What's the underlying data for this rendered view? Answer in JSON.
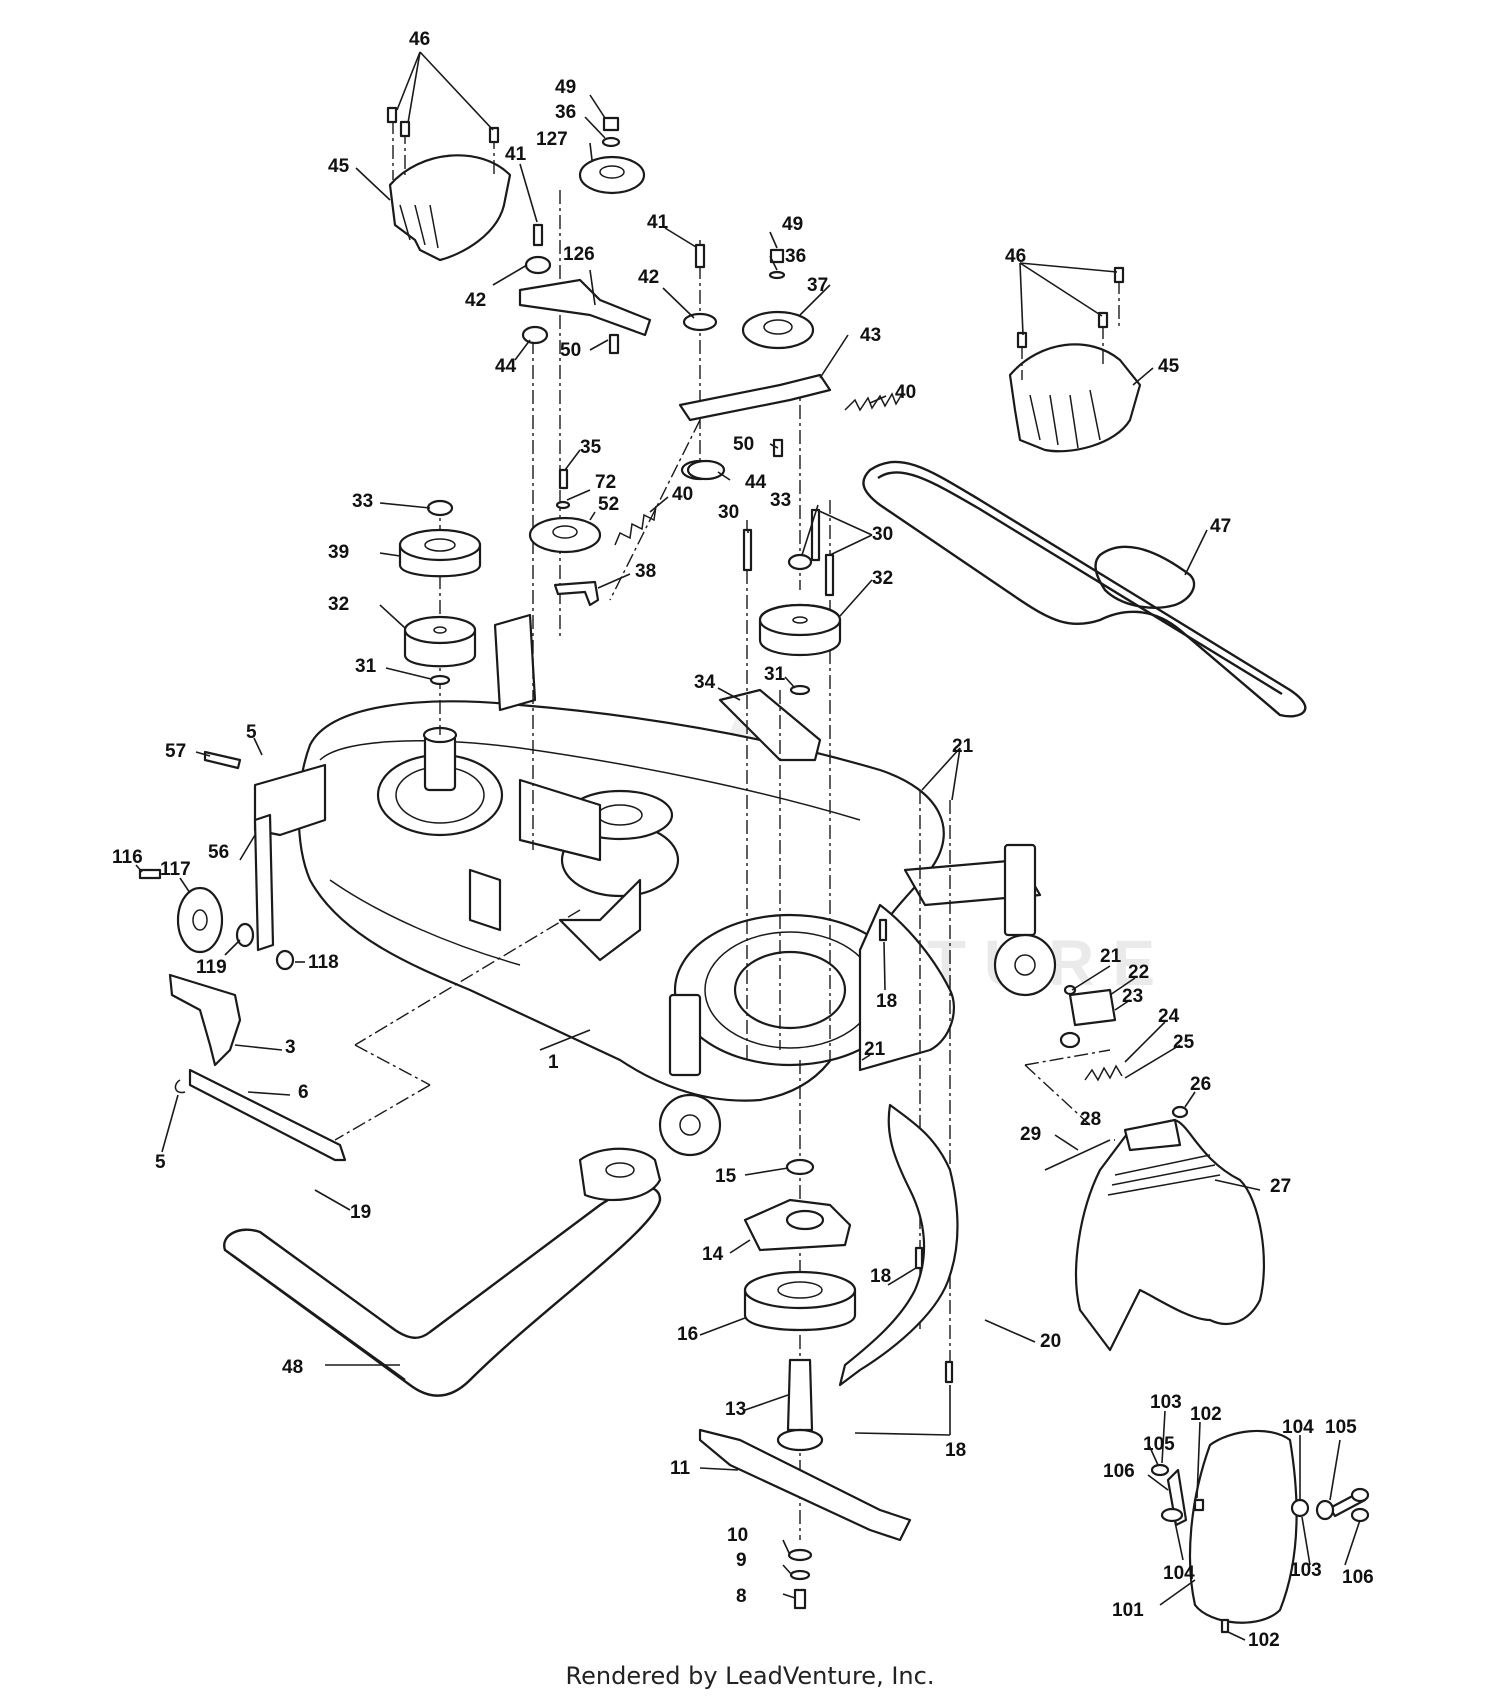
{
  "footer": {
    "credit": "Rendered by LeadVenture, Inc."
  },
  "watermark": {
    "text": "LEADVENTURE"
  },
  "callouts": [
    {
      "id": "c46a",
      "label": "46"
    },
    {
      "id": "c45a",
      "label": "45"
    },
    {
      "id": "c49a",
      "label": "49"
    },
    {
      "id": "c36a",
      "label": "36"
    },
    {
      "id": "c127",
      "label": "127"
    },
    {
      "id": "c41a",
      "label": "41"
    },
    {
      "id": "c126",
      "label": "126"
    },
    {
      "id": "c42a",
      "label": "42"
    },
    {
      "id": "c44a",
      "label": "44"
    },
    {
      "id": "c50a",
      "label": "50"
    },
    {
      "id": "c41b",
      "label": "41"
    },
    {
      "id": "c42b",
      "label": "42"
    },
    {
      "id": "c49b",
      "label": "49"
    },
    {
      "id": "c36b",
      "label": "36"
    },
    {
      "id": "c37",
      "label": "37"
    },
    {
      "id": "c43",
      "label": "43"
    },
    {
      "id": "c50b",
      "label": "50"
    },
    {
      "id": "c44b",
      "label": "44"
    },
    {
      "id": "c40a",
      "label": "40"
    },
    {
      "id": "c46b",
      "label": "46"
    },
    {
      "id": "c45b",
      "label": "45"
    },
    {
      "id": "c47",
      "label": "47"
    },
    {
      "id": "c35",
      "label": "35"
    },
    {
      "id": "c72",
      "label": "72"
    },
    {
      "id": "c52",
      "label": "52"
    },
    {
      "id": "c40b",
      "label": "40"
    },
    {
      "id": "c38",
      "label": "38"
    },
    {
      "id": "c33a",
      "label": "33"
    },
    {
      "id": "c39",
      "label": "39"
    },
    {
      "id": "c32a",
      "label": "32"
    },
    {
      "id": "c31a",
      "label": "31"
    },
    {
      "id": "c30a",
      "label": "30"
    },
    {
      "id": "c33b",
      "label": "33"
    },
    {
      "id": "c30b",
      "label": "30"
    },
    {
      "id": "c32b",
      "label": "32"
    },
    {
      "id": "c31b",
      "label": "31"
    },
    {
      "id": "c34",
      "label": "34"
    },
    {
      "id": "c21a",
      "label": "21"
    },
    {
      "id": "c57",
      "label": "57"
    },
    {
      "id": "c5a",
      "label": "5"
    },
    {
      "id": "c116",
      "label": "116"
    },
    {
      "id": "c117",
      "label": "117"
    },
    {
      "id": "c56",
      "label": "56"
    },
    {
      "id": "c119",
      "label": "119"
    },
    {
      "id": "c118",
      "label": "118"
    },
    {
      "id": "c18a",
      "label": "18"
    },
    {
      "id": "c21b",
      "label": "21"
    },
    {
      "id": "c22",
      "label": "22"
    },
    {
      "id": "c23",
      "label": "23"
    },
    {
      "id": "c24",
      "label": "24"
    },
    {
      "id": "c25",
      "label": "25"
    },
    {
      "id": "c26",
      "label": "26"
    },
    {
      "id": "c3",
      "label": "3"
    },
    {
      "id": "c1",
      "label": "1"
    },
    {
      "id": "c21c",
      "label": "21"
    },
    {
      "id": "c6",
      "label": "6"
    },
    {
      "id": "c5b",
      "label": "5"
    },
    {
      "id": "c28",
      "label": "28"
    },
    {
      "id": "c29",
      "label": "29"
    },
    {
      "id": "c27",
      "label": "27"
    },
    {
      "id": "c15",
      "label": "15"
    },
    {
      "id": "c19",
      "label": "19"
    },
    {
      "id": "c14",
      "label": "14"
    },
    {
      "id": "c18b",
      "label": "18"
    },
    {
      "id": "c16",
      "label": "16"
    },
    {
      "id": "c20",
      "label": "20"
    },
    {
      "id": "c48",
      "label": "48"
    },
    {
      "id": "c13",
      "label": "13"
    },
    {
      "id": "c18c",
      "label": "18"
    },
    {
      "id": "c103a",
      "label": "103"
    },
    {
      "id": "c102a",
      "label": "102"
    },
    {
      "id": "c105a",
      "label": "105"
    },
    {
      "id": "c106a",
      "label": "106"
    },
    {
      "id": "c104a",
      "label": "104"
    },
    {
      "id": "c105b",
      "label": "105"
    },
    {
      "id": "c11",
      "label": "11"
    },
    {
      "id": "c10",
      "label": "10"
    },
    {
      "id": "c9",
      "label": "9"
    },
    {
      "id": "c104b",
      "label": "104"
    },
    {
      "id": "c103b",
      "label": "103"
    },
    {
      "id": "c106b",
      "label": "106"
    },
    {
      "id": "c8",
      "label": "8"
    },
    {
      "id": "c101",
      "label": "101"
    },
    {
      "id": "c102b",
      "label": "102"
    }
  ]
}
